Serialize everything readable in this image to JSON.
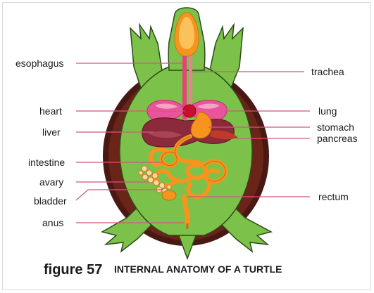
{
  "caption": {
    "figure": "figure 57",
    "title": "INTERNAL ANATOMY OF A TURTLE"
  },
  "labels": {
    "esophagus": "esophagus",
    "heart": "heart",
    "liver": "liver",
    "intestine": "intestine",
    "avary": "avary",
    "bladder": "bladder",
    "anus": "anus",
    "trachea": "trachea",
    "lung": "lung",
    "stomach": "stomach",
    "pancreas": "pancreas",
    "rectum": "rectum"
  },
  "colors": {
    "body": "#7cc24a",
    "body_outline": "#2d4a1c",
    "shell": "#4a1812",
    "head_organ": "#f6941d",
    "trachea": "#e8417a",
    "lung": "#e9559a",
    "liver": "#8b2a3a",
    "intestine": "#f7941d",
    "leader_line": "#d4567e"
  }
}
